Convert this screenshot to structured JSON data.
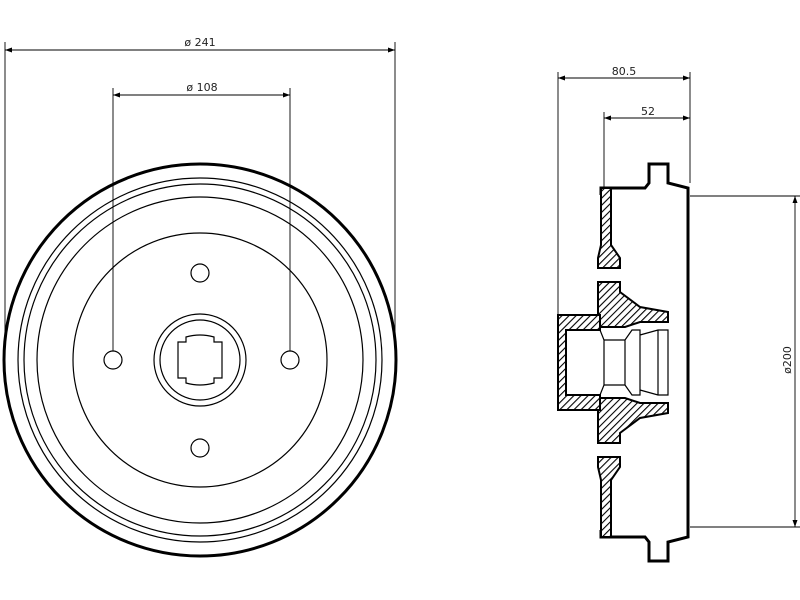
{
  "front_view": {
    "outer_diameter_label": "ø 241",
    "bolt_circle_label": "ø 108"
  },
  "side_view": {
    "overall_depth_label": "80.5",
    "hub_depth_label": "52",
    "inner_diameter_label": "ø200"
  }
}
